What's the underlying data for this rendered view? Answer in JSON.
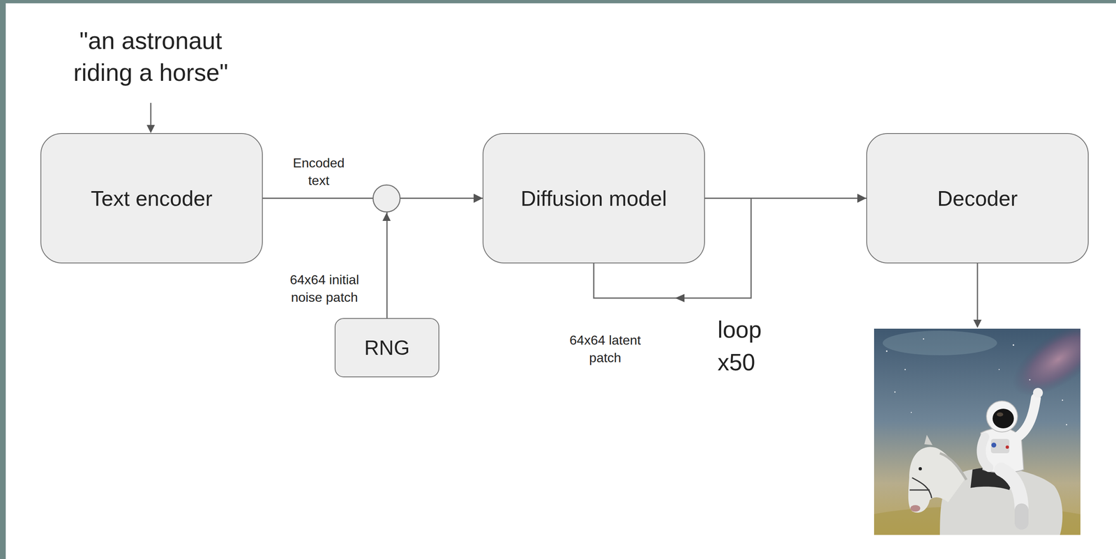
{
  "diagram": {
    "nodes": [
      {
        "text": [
          "Text encoder"
        ]
      },
      {
        "text": [
          "Diffusion model"
        ]
      },
      {
        "text": [
          "Decoder"
        ]
      },
      {
        "text": [
          "RNG"
        ]
      }
    ],
    "edges": [
      {
        "from": 0,
        "to": 1,
        "arrow": "to",
        "label": "Encoded text"
      },
      {
        "from": 3,
        "to": 1,
        "arrow": "to",
        "label": "64x64 initial noise patch"
      },
      {
        "from": 1,
        "to": 2,
        "arrow": "to"
      }
    ],
    "labels": [
      "\"an astronaut riding a horse\"",
      "64x64 latent patch",
      "loop x50"
    ]
  }
}
